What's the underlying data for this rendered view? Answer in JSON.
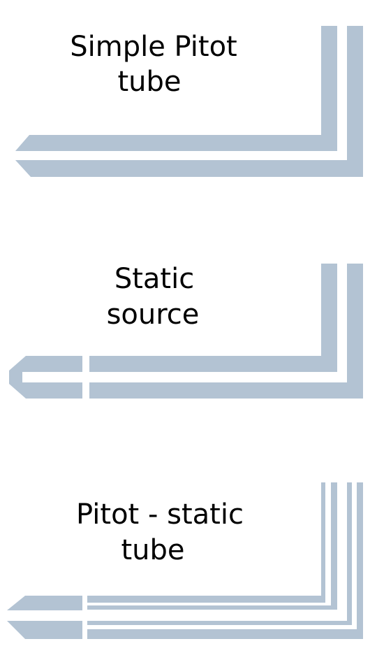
{
  "diagram": {
    "tube_color": "#b3c3d3",
    "background": "#ffffff",
    "simple_pitot": {
      "label_line1": "Simple Pitot",
      "label_line2": "tube"
    },
    "static_source": {
      "label_line1": "Static",
      "label_line2": "source"
    },
    "pitot_static": {
      "label_line1": "Pitot - static",
      "label_line2": "tube"
    }
  }
}
